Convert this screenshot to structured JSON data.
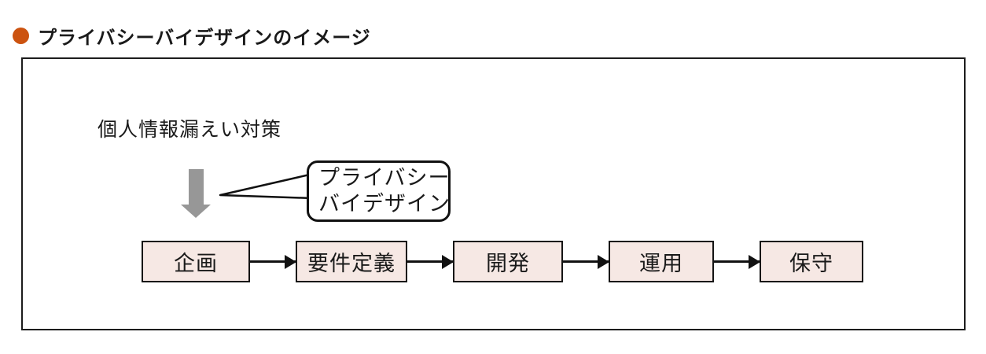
{
  "header": {
    "title": "プライバシーバイデザインのイメージ",
    "bullet_color": "#cc5310"
  },
  "diagram": {
    "countermeasure_label": "個人情報漏えい対策",
    "down_arrow_color": "#979797",
    "callout": {
      "line1": "プライバシー",
      "line2": "バイデザイン"
    },
    "flow": {
      "box_fill": "#f6e8e4",
      "box_border": "#141414",
      "stages": [
        {
          "label": "企画"
        },
        {
          "label": "要件定義"
        },
        {
          "label": "開発"
        },
        {
          "label": "運用"
        },
        {
          "label": "保守"
        }
      ]
    }
  }
}
